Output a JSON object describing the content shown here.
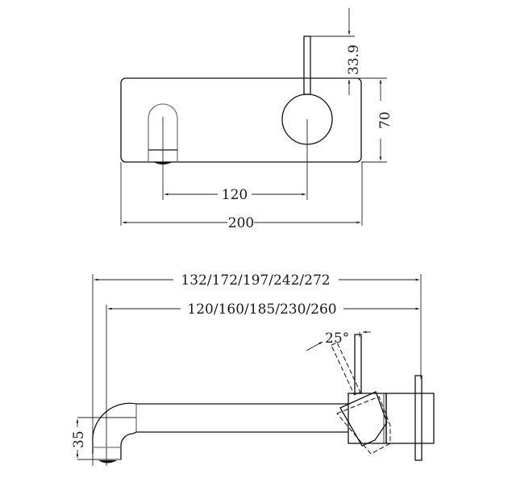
{
  "drawing": {
    "title": "Wall mixer with spout - dimension drawing",
    "stroke_color": "#111111",
    "background": "#ffffff"
  },
  "front_view": {
    "dim_handle_height": "33.9",
    "dim_plate_height": "70",
    "dim_center_distance": "120",
    "dim_plate_width": "200"
  },
  "side_view": {
    "dim_overall_length": "132/172/197/242/272",
    "dim_spout_length": "120/160/185/230/260",
    "dim_handle_angle": "25°",
    "dim_spout_height": "35"
  }
}
